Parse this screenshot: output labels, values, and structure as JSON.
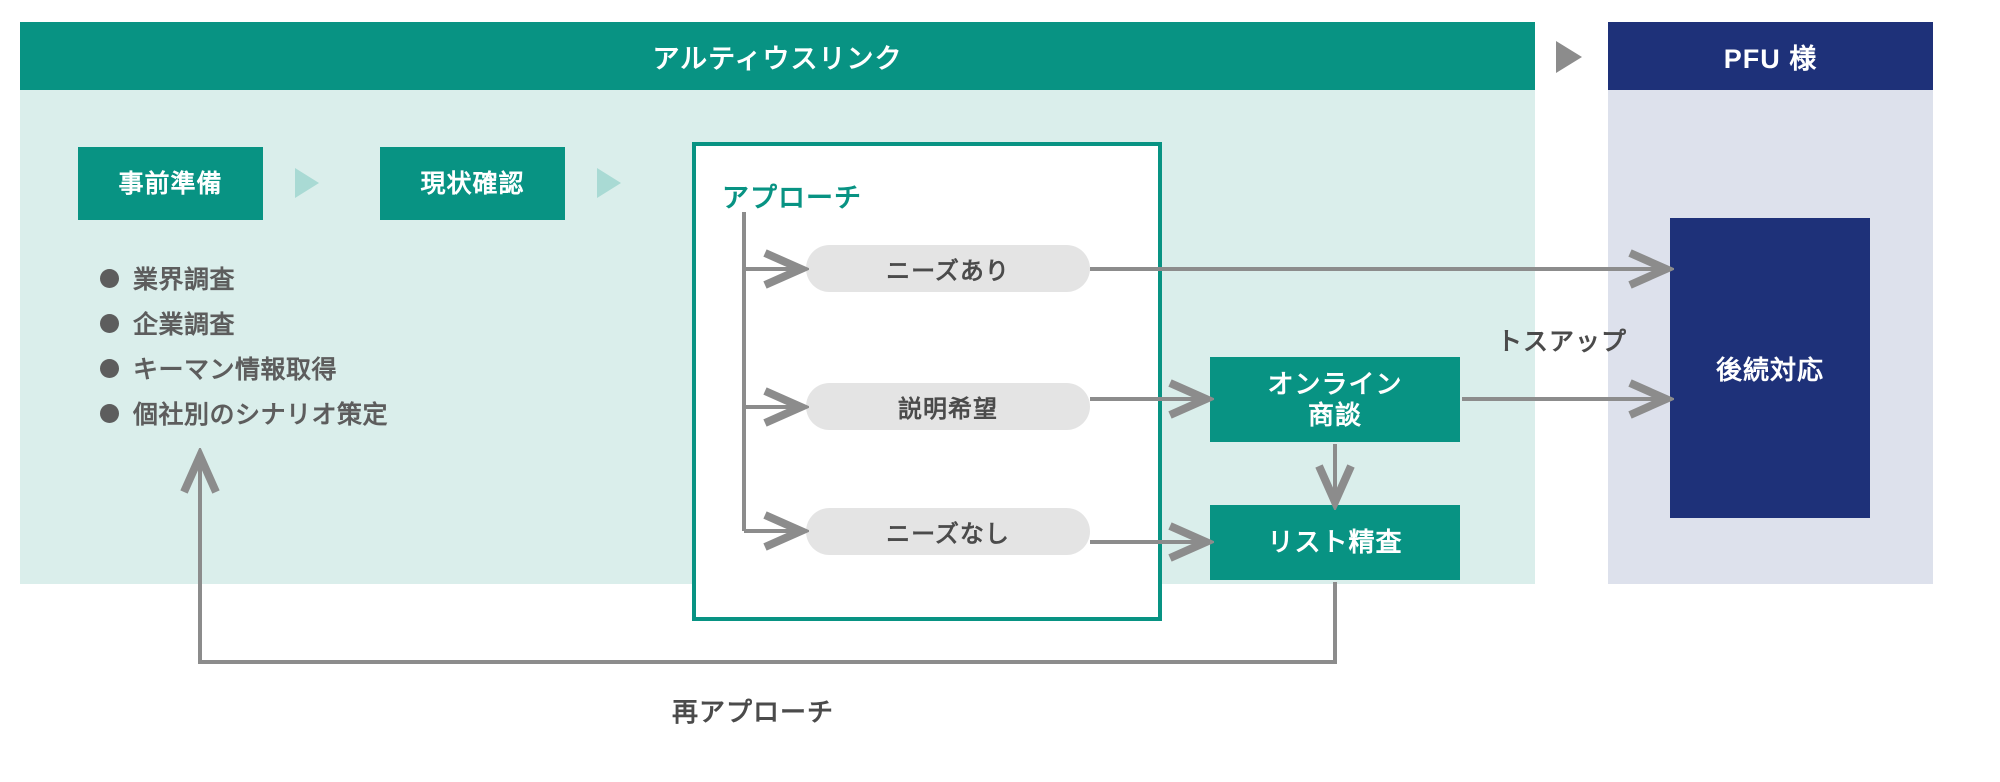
{
  "diagram": {
    "title_left": "アルティウスリンク",
    "title_right": "PFU 様",
    "colors": {
      "teal": "#089383",
      "teal_light_panel": "#daeeeb",
      "teal_triangle": "#a9dad4",
      "navy": "#1e3179",
      "navy_light_panel": "#dde1ec",
      "pill_gray": "#e4e4e4",
      "text_gray": "#5d5d5d",
      "arrow_gray": "#8c8c8c"
    }
  },
  "steps": {
    "prep": "事前準備",
    "current_check": "現状確認",
    "approach": "アプローチ"
  },
  "prep_bullets": [
    {
      "label": "業界調査"
    },
    {
      "label": "企業調査"
    },
    {
      "label": "キーマン情報取得"
    },
    {
      "label": "個社別のシナリオ策定"
    }
  ],
  "outcomes": [
    {
      "label": "ニーズあり"
    },
    {
      "label": "説明希望"
    },
    {
      "label": "ニーズなし"
    }
  ],
  "actions": {
    "online_meeting_line1": "オンライン",
    "online_meeting_line2": "商談",
    "list_review": "リスト精査"
  },
  "right_panel": {
    "followup": "後続対応"
  },
  "edge_labels": {
    "toss_up": "トスアップ",
    "re_approach": "再アプローチ"
  }
}
